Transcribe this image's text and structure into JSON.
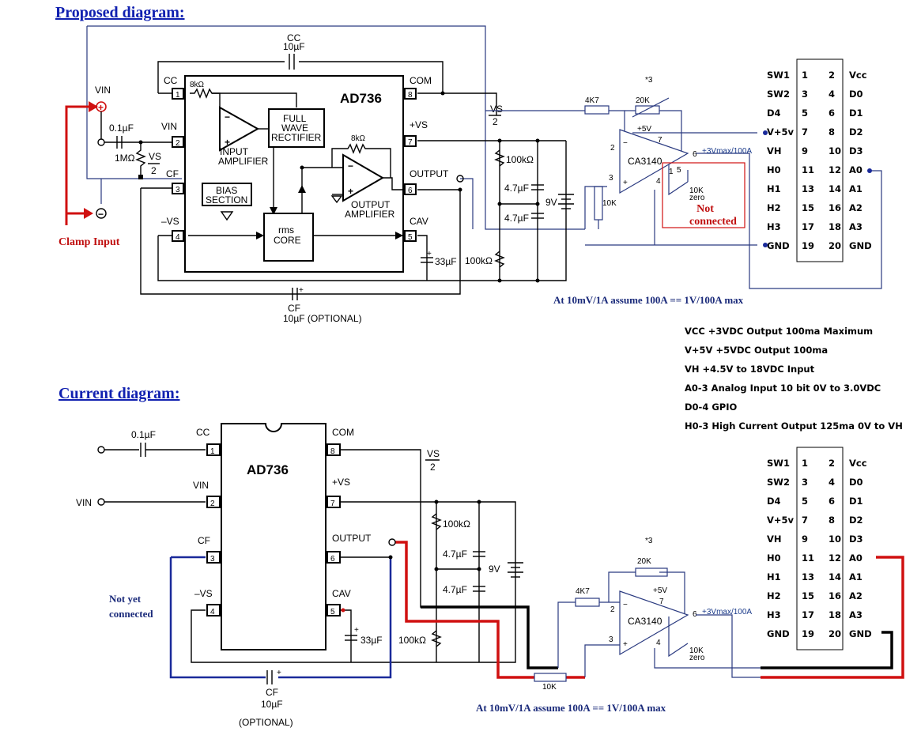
{
  "titles": {
    "proposed": "Proposed diagram:",
    "current": "Current diagram:"
  },
  "colors": {
    "title_blue": "#1020b0",
    "red_wire": "#d01010",
    "blue_wire": "#1a2a9a",
    "thin_blue_wire": "#2a3a80"
  },
  "chip": {
    "name": "AD736",
    "pins_left": [
      {
        "num": "1",
        "label": "CC"
      },
      {
        "num": "2",
        "label": "VIN"
      },
      {
        "num": "3",
        "label": "CF"
      },
      {
        "num": "4",
        "label": "–VS"
      }
    ],
    "pins_right": [
      {
        "num": "8",
        "label": "COM"
      },
      {
        "num": "7",
        "label": "+VS"
      },
      {
        "num": "6",
        "label": "OUTPUT"
      },
      {
        "num": "5",
        "label": "CAV"
      }
    ],
    "blocks": {
      "input_amp_1": "INPUT",
      "input_amp_2": "AMPLIFIER",
      "fwr_1": "FULL",
      "fwr_2": "WAVE",
      "fwr_3": "RECTIFIER",
      "bias_1": "BIAS",
      "bias_2": "SECTION",
      "rms_1": "rms",
      "rms_2": "CORE",
      "out_amp_1": "OUTPUT",
      "out_amp_2": "AMPLIFIER",
      "r_internal_1": "8kΩ",
      "r_internal_2": "8kΩ"
    }
  },
  "components": {
    "cc": "CC",
    "cc_val": "10µF",
    "cin": "0.1µF",
    "r1m": "1MΩ",
    "vs2": "VS",
    "vs2_den": "2",
    "vin": "VIN",
    "r100k_top": "100kΩ",
    "r100k_bot": "100kΩ",
    "c47a": "4.7µF",
    "c47b": "4.7µF",
    "batt": "9V",
    "c33": "33µF",
    "cf": "CF",
    "cf_val": "10µF  (OPTIONAL)",
    "cf_val_c": "10µF",
    "optional": "(OPTIONAL)",
    "r4k7": "4K7",
    "r20k": "20K",
    "r10k": "10K",
    "pot10k": "10K",
    "zero": "zero",
    "star3": "*3",
    "plus5v": "+5V",
    "ca3140": "CA3140",
    "out_note": "+3Vmax/100A",
    "pin7": "7",
    "pin6": "6",
    "pin2": "2",
    "pin3": "3",
    "pin4": "4",
    "pin1": "1",
    "pin5": "5"
  },
  "clamp": {
    "label": "Clamp Input",
    "plus": "+",
    "minus": "−"
  },
  "not_connected": [
    "Not",
    "connected"
  ],
  "not_yet": [
    "Not yet",
    "connected"
  ],
  "assume_note": "At 10mV/1A assume 100A == 1V/100A max",
  "header": {
    "rows": [
      {
        "l": "SW1",
        "a": "1",
        "b": "2",
        "r": "Vcc"
      },
      {
        "l": "SW2",
        "a": "3",
        "b": "4",
        "r": "D0"
      },
      {
        "l": "D4",
        "a": "5",
        "b": "6",
        "r": "D1"
      },
      {
        "l": "V+5v",
        "a": "7",
        "b": "8",
        "r": "D2"
      },
      {
        "l": "VH",
        "a": "9",
        "b": "10",
        "r": "D3"
      },
      {
        "l": "H0",
        "a": "11",
        "b": "12",
        "r": "A0"
      },
      {
        "l": "H1",
        "a": "13",
        "b": "14",
        "r": "A1"
      },
      {
        "l": "H2",
        "a": "15",
        "b": "16",
        "r": "A2"
      },
      {
        "l": "H3",
        "a": "17",
        "b": "18",
        "r": "A3"
      },
      {
        "l": "GND",
        "a": "19",
        "b": "20",
        "r": "GND"
      }
    ]
  },
  "specs": [
    "VCC +3VDC Output 100ma Maximum",
    "V+5V +5VDC Output 100ma",
    "VH +4.5V to 18VDC Input",
    "A0-3 Analog Input 10 bit 0V to 3.0VDC",
    "D0-4 GPIO",
    "H0-3 High Current Output 125ma 0V to VH"
  ]
}
